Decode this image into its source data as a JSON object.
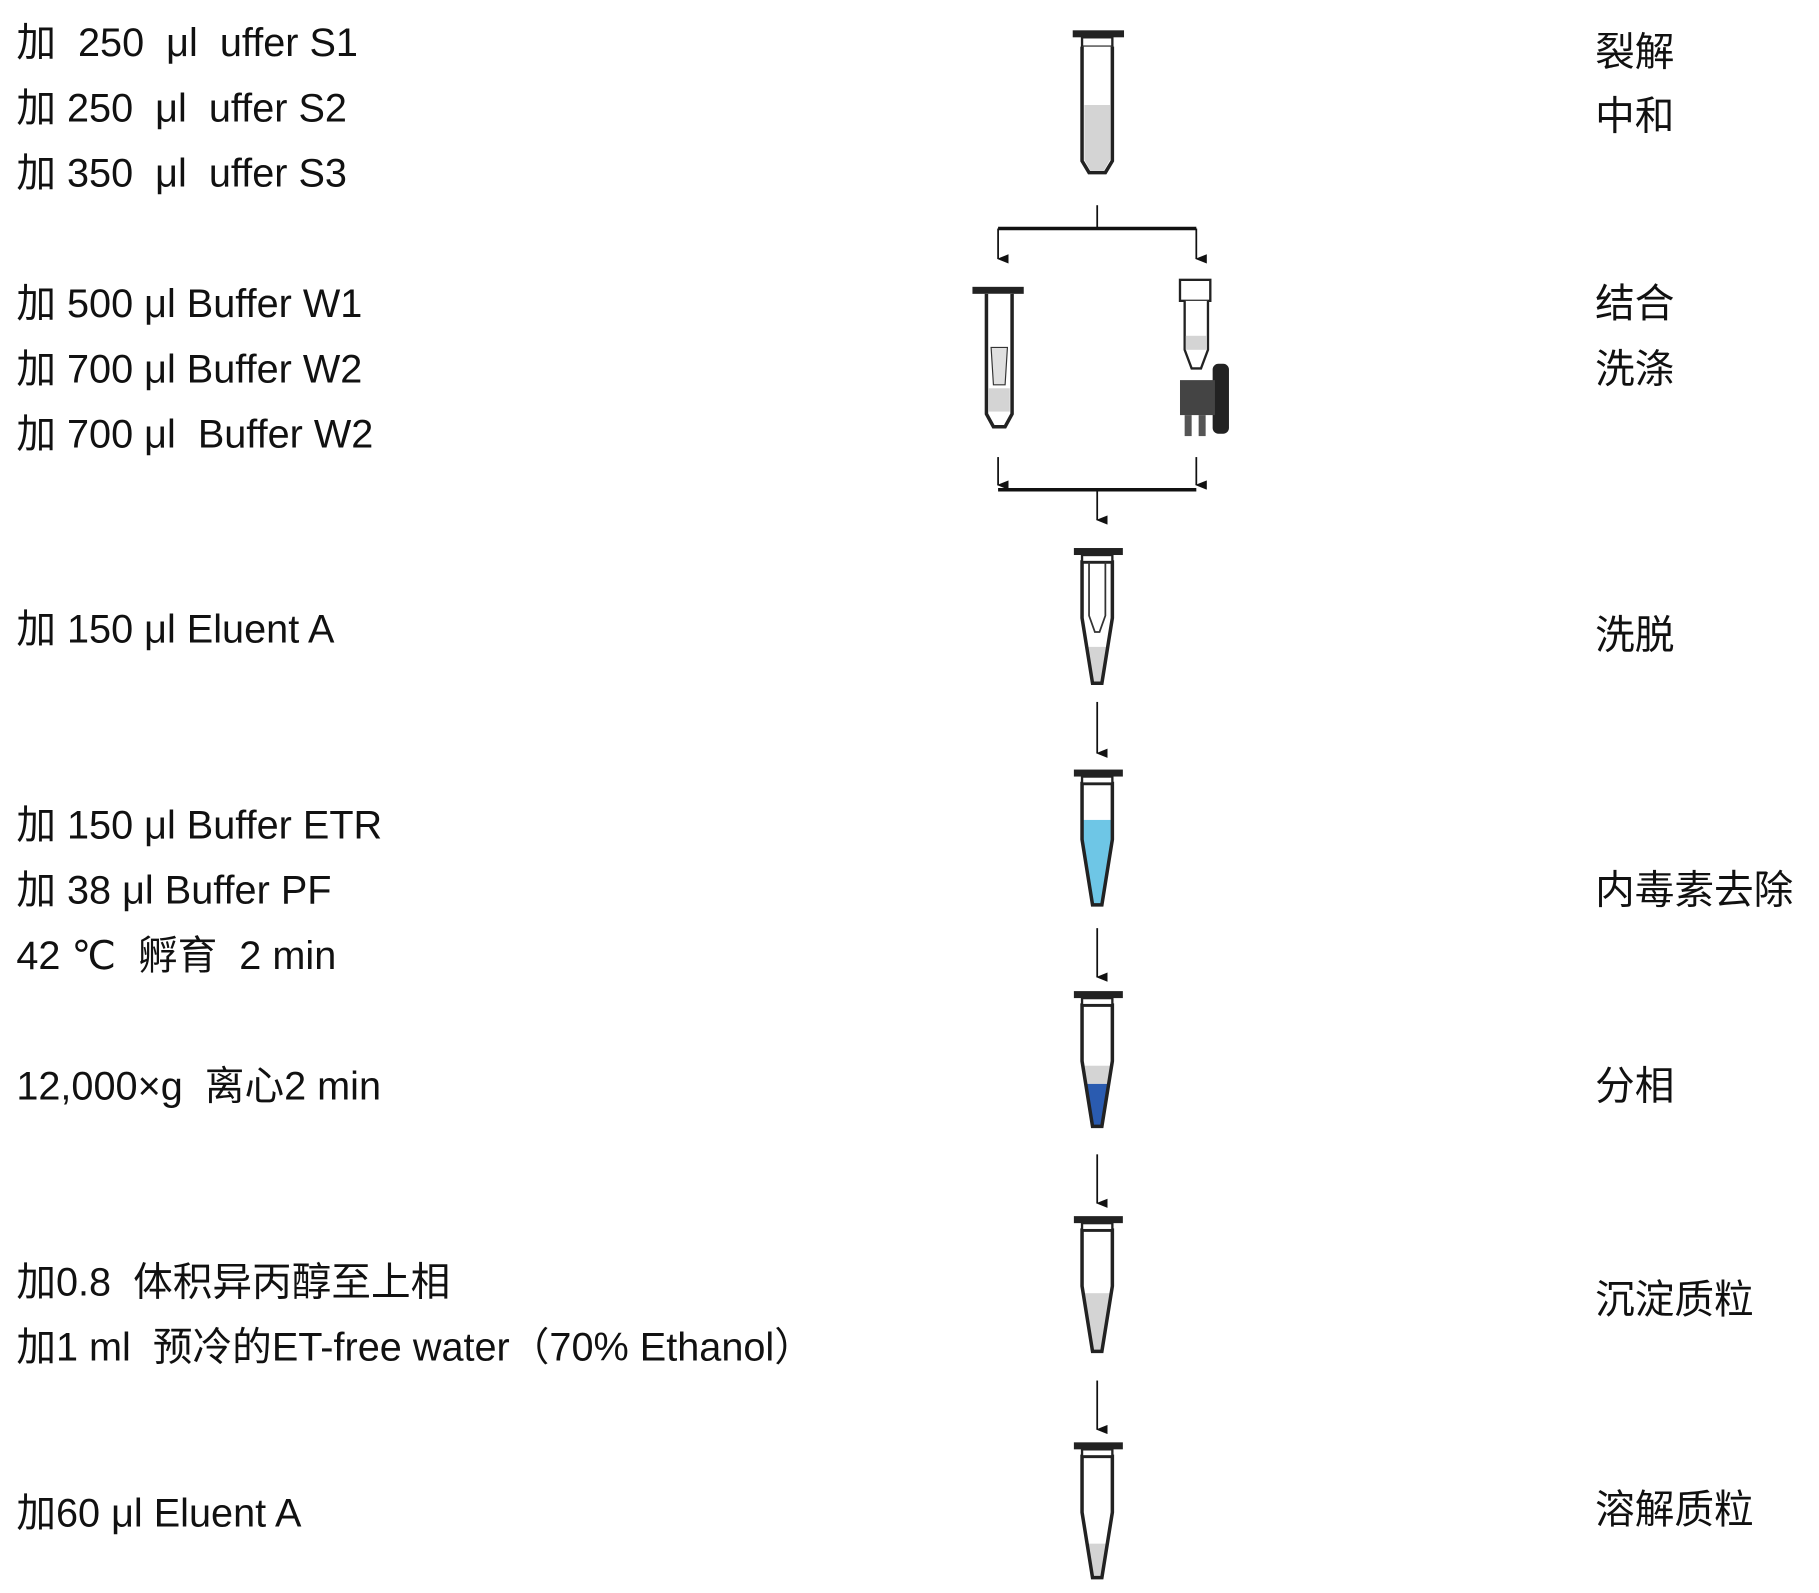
{
  "steps": [
    "加  250  μl  uffer S1",
    "加 250  μl  uffer S2",
    "加 350  μl  uffer S3",
    "加 500 μl Buffer W1",
    "加 700 μl Buffer W2",
    "加 700 μl  Buffer W2",
    "加 150 μl Eluent A",
    "加 150 μl Buffer ETR",
    "加 38 μl Buffer PF",
    "42 ℃  孵育  2 min",
    "12,000×g  离心2 min",
    "加0.8  体积异丙醇至上相",
    "加1 ml  预冷的ET-free water（70% Ethanol）",
    "加60 μl Eluent A"
  ],
  "stages": [
    "裂解",
    "中和",
    "结合",
    "洗涤",
    "洗脱",
    "内毒素去除",
    "分相",
    "沉淀质粒",
    "溶解质粒"
  ],
  "colors": {
    "light_blue": "#6ec6e6",
    "dark_blue": "#2a5bb0",
    "liquid_gray": "#d4d4d4"
  }
}
